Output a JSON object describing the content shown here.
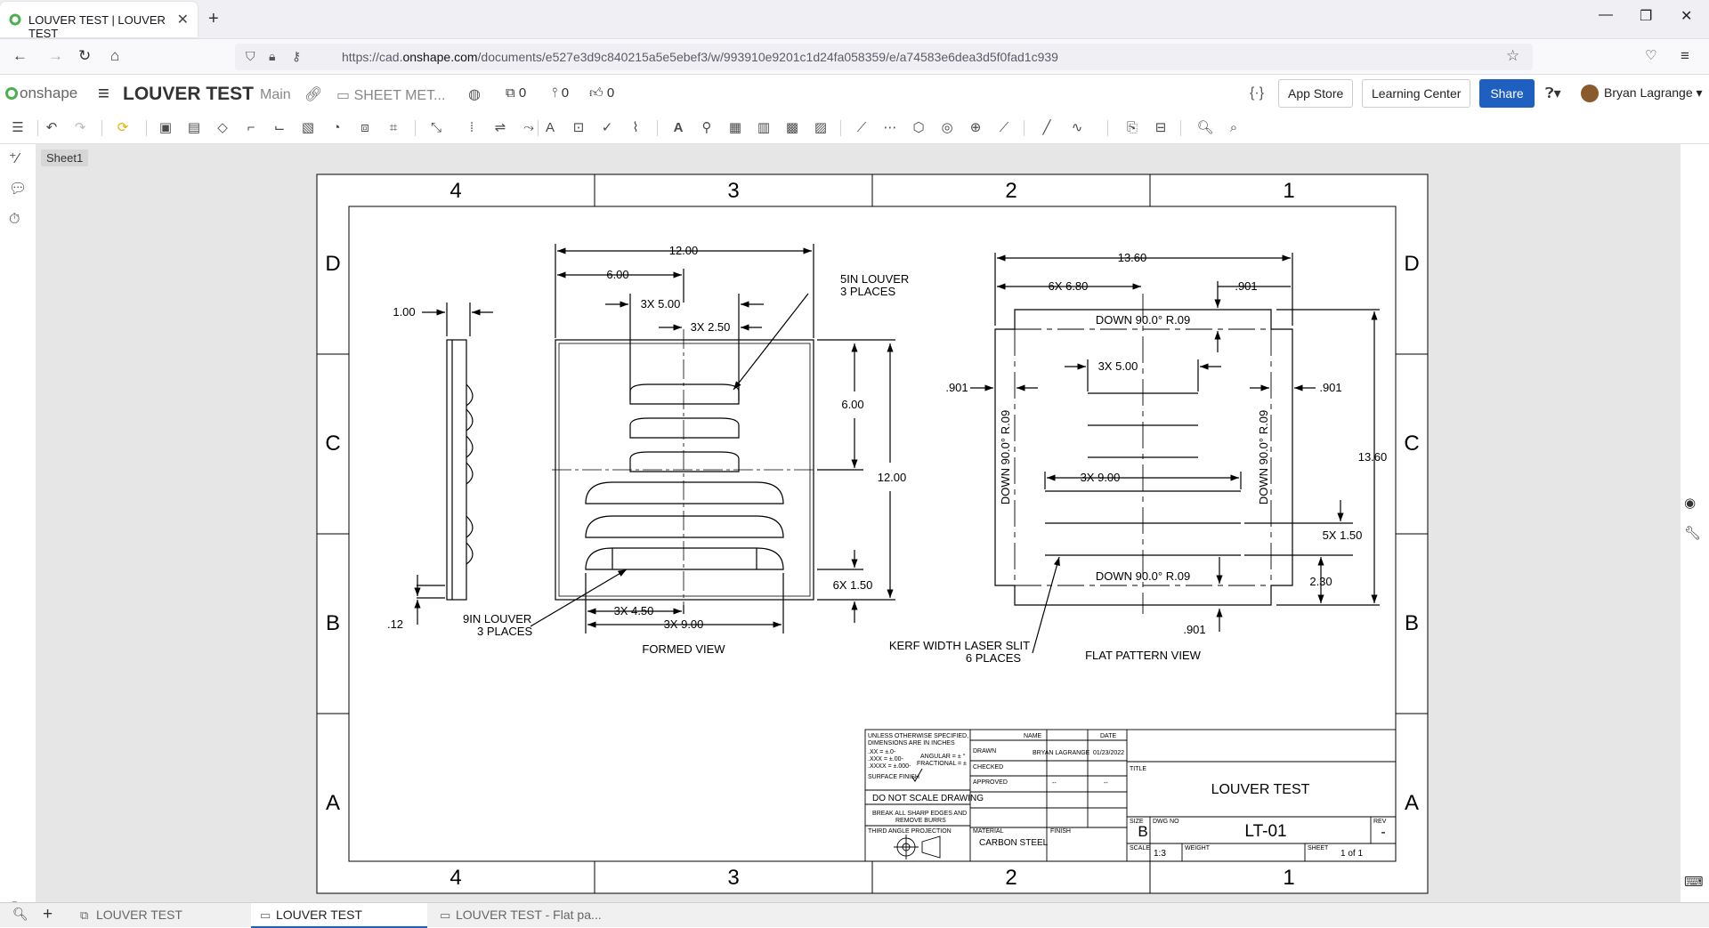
{
  "browser": {
    "tab_title": "LOUVER TEST | LOUVER TEST",
    "url_prefix": "https://cad.",
    "url_domain": "onshape.com",
    "url_path": "/documents/e527e3d9c840215a5e5ebef3/w/993910e9201c1d24fa058359/e/a74583e6dea3d5f0fad1c939"
  },
  "header": {
    "logo": "onshape",
    "document_name": "LOUVER TEST",
    "branch": "Main",
    "folder": "SHEET MET...",
    "counter_versions": "0",
    "counter_branches": "0",
    "counter_likes": "0",
    "app_store": "App Store",
    "learning_center": "Learning Center",
    "share": "Share",
    "user": "Bryan Lagrange",
    "brand_color": "#1f5fbf"
  },
  "sheet_tab": "Sheet1",
  "drawing": {
    "zone_cols": [
      "4",
      "3",
      "2",
      "1"
    ],
    "zone_rows": [
      "D",
      "C",
      "B",
      "A"
    ],
    "formed_view": {
      "label": "FORMED VIEW",
      "dims": {
        "overall_width": "12.00",
        "half_width": "6.00",
        "louver_pitch_x": "3X 5.00",
        "louver_pitch_x2": "3X 2.50",
        "side_thickness": "1.00",
        "height_upper": "6.00",
        "height_overall": "12.00",
        "spacing_bottom": "6X 1.50",
        "bottom_offset": ".12",
        "lower_pitch": "3X 4.50",
        "lower_length": "3X 9.00"
      },
      "callout_5in_a": "5IN LOUVER",
      "callout_5in_b": "3 PLACES",
      "callout_9in_a": "9IN LOUVER",
      "callout_9in_b": "3 PLACES"
    },
    "flat_view": {
      "label": "FLAT PATTERN VIEW",
      "dims": {
        "overall_width": "13.60",
        "pitch_6x": "6X 6.80",
        "top_offset": ".901",
        "left_offset": ".901",
        "right_offset": ".901",
        "bottom_offset": ".901",
        "upper_slit": "3X 5.00",
        "lower_slit": "3X 9.00",
        "overall_height": "13.60",
        "slit_spacing": "5X 1.50",
        "bottom_gap": "2.30"
      },
      "bend_top": "DOWN 90.0° R.09",
      "bend_bottom": "DOWN 90.0° R.09",
      "bend_left": "DOWN 90.0° R.09",
      "bend_right": "DOWN 90.0° R.09",
      "kerf_a": "KERF WIDTH LASER SLIT",
      "kerf_b": "6 PLACES"
    },
    "title_block": {
      "notes_1": "UNLESS OTHERWISE SPECIFIED,",
      "notes_2": "DIMENSIONS ARE IN INCHES",
      "tol_1": ".XX = ±.0-",
      "tol_2": ".XXX = ±.00-",
      "tol_3": ".XXXX = ±.000-",
      "tol_ang": "ANGULAR = ± °",
      "tol_frac": "FRACTIONAL = ±",
      "surface_finish": "SURFACE FINISH",
      "no_scale": "DO NOT SCALE DRAWING",
      "break_edges_1": "BREAK ALL SHARP EDGES AND",
      "break_edges_2": "REMOVE BURRS",
      "projection": "THIRD ANGLE PROJECTION",
      "col_name": "NAME",
      "col_date": "DATE",
      "drawn": "DRAWN",
      "drawn_name": "BRYAN LAGRANGE",
      "drawn_date": "01/23/2022",
      "checked": "CHECKED",
      "approved": "APPROVED",
      "approved_name": "--",
      "approved_date": "--",
      "material_label": "MATERIAL",
      "material": "CARBON STEEL",
      "finish_label": "FINISH",
      "title_label": "TITLE",
      "title": "LOUVER TEST",
      "size_label": "SIZE",
      "size": "B",
      "dwg_no_label": "DWG NO",
      "dwg_no": "LT-01",
      "rev_label": "REV",
      "rev": "-",
      "scale_label": "SCALE",
      "scale": "1:3",
      "weight_label": "WEIGHT",
      "sheet_label": "SHEET",
      "sheet": "1 of 1"
    }
  },
  "bottom_tabs": [
    {
      "label": "LOUVER TEST"
    },
    {
      "label": "LOUVER TEST"
    },
    {
      "label": "LOUVER TEST - Flat pa..."
    }
  ]
}
